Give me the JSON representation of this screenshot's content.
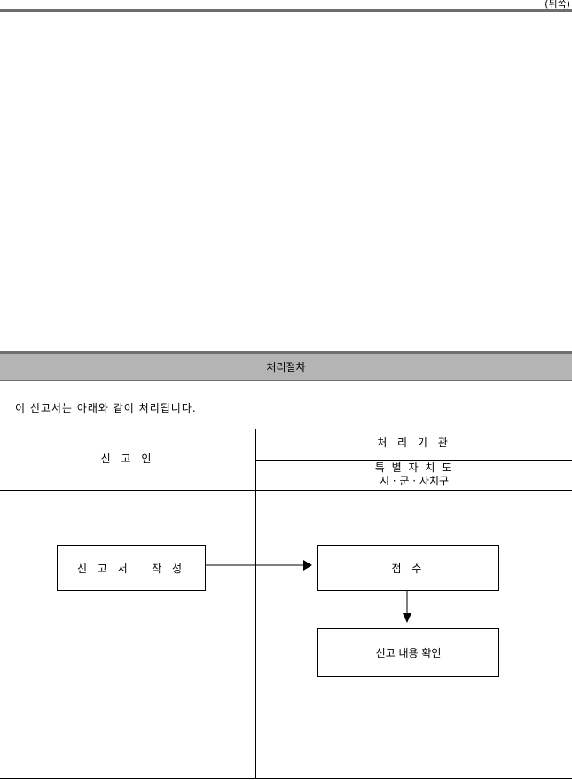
{
  "page": {
    "side_label": "(뒤쪽)"
  },
  "procedure": {
    "title": "처리절차",
    "note": "이 신고서는 아래와 같이 처리됩니다.",
    "columns": {
      "applicant": "신 고 인",
      "processing_agency": "처 리 기 관",
      "agency_line1": "특 별 자 치 도",
      "agency_line2": "시 · 군 · 자치구"
    },
    "steps": {
      "write": "신 고 서   작 성",
      "receive": "접 수",
      "confirm": "신고 내용 확인"
    }
  }
}
